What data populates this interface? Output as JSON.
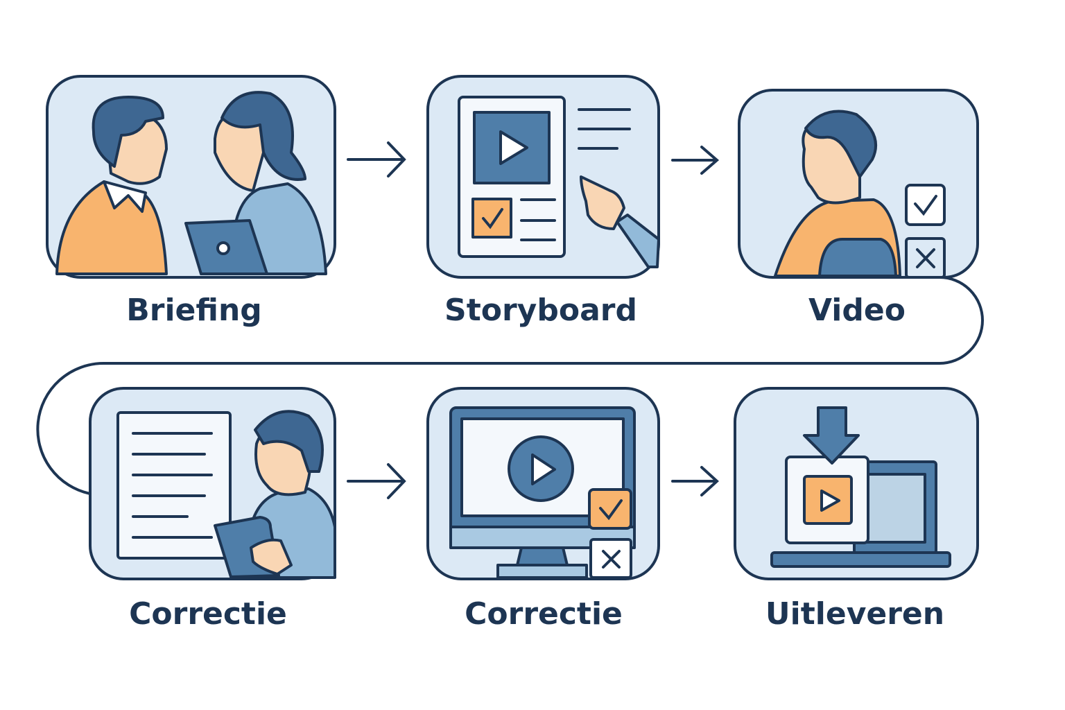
{
  "title": "Video production workflow",
  "steps": [
    {
      "label": "Briefing",
      "icon": "two-people-meeting-laptop"
    },
    {
      "label": "Storyboard",
      "icon": "storyboard-document-pointing-hand"
    },
    {
      "label": "Video",
      "icon": "person-review-checkbox"
    },
    {
      "label": "Correctie",
      "icon": "person-document-tablet"
    },
    {
      "label": "Correctie",
      "icon": "monitor-play-check-cross"
    },
    {
      "label": "Uitleveren",
      "icon": "download-laptop-video"
    }
  ],
  "colors": {
    "outline": "#1d3553",
    "panel": "#dce9f5",
    "orange": "#f8b46e",
    "blue": "#4f7ea9",
    "light_blue": "#92bad9"
  }
}
